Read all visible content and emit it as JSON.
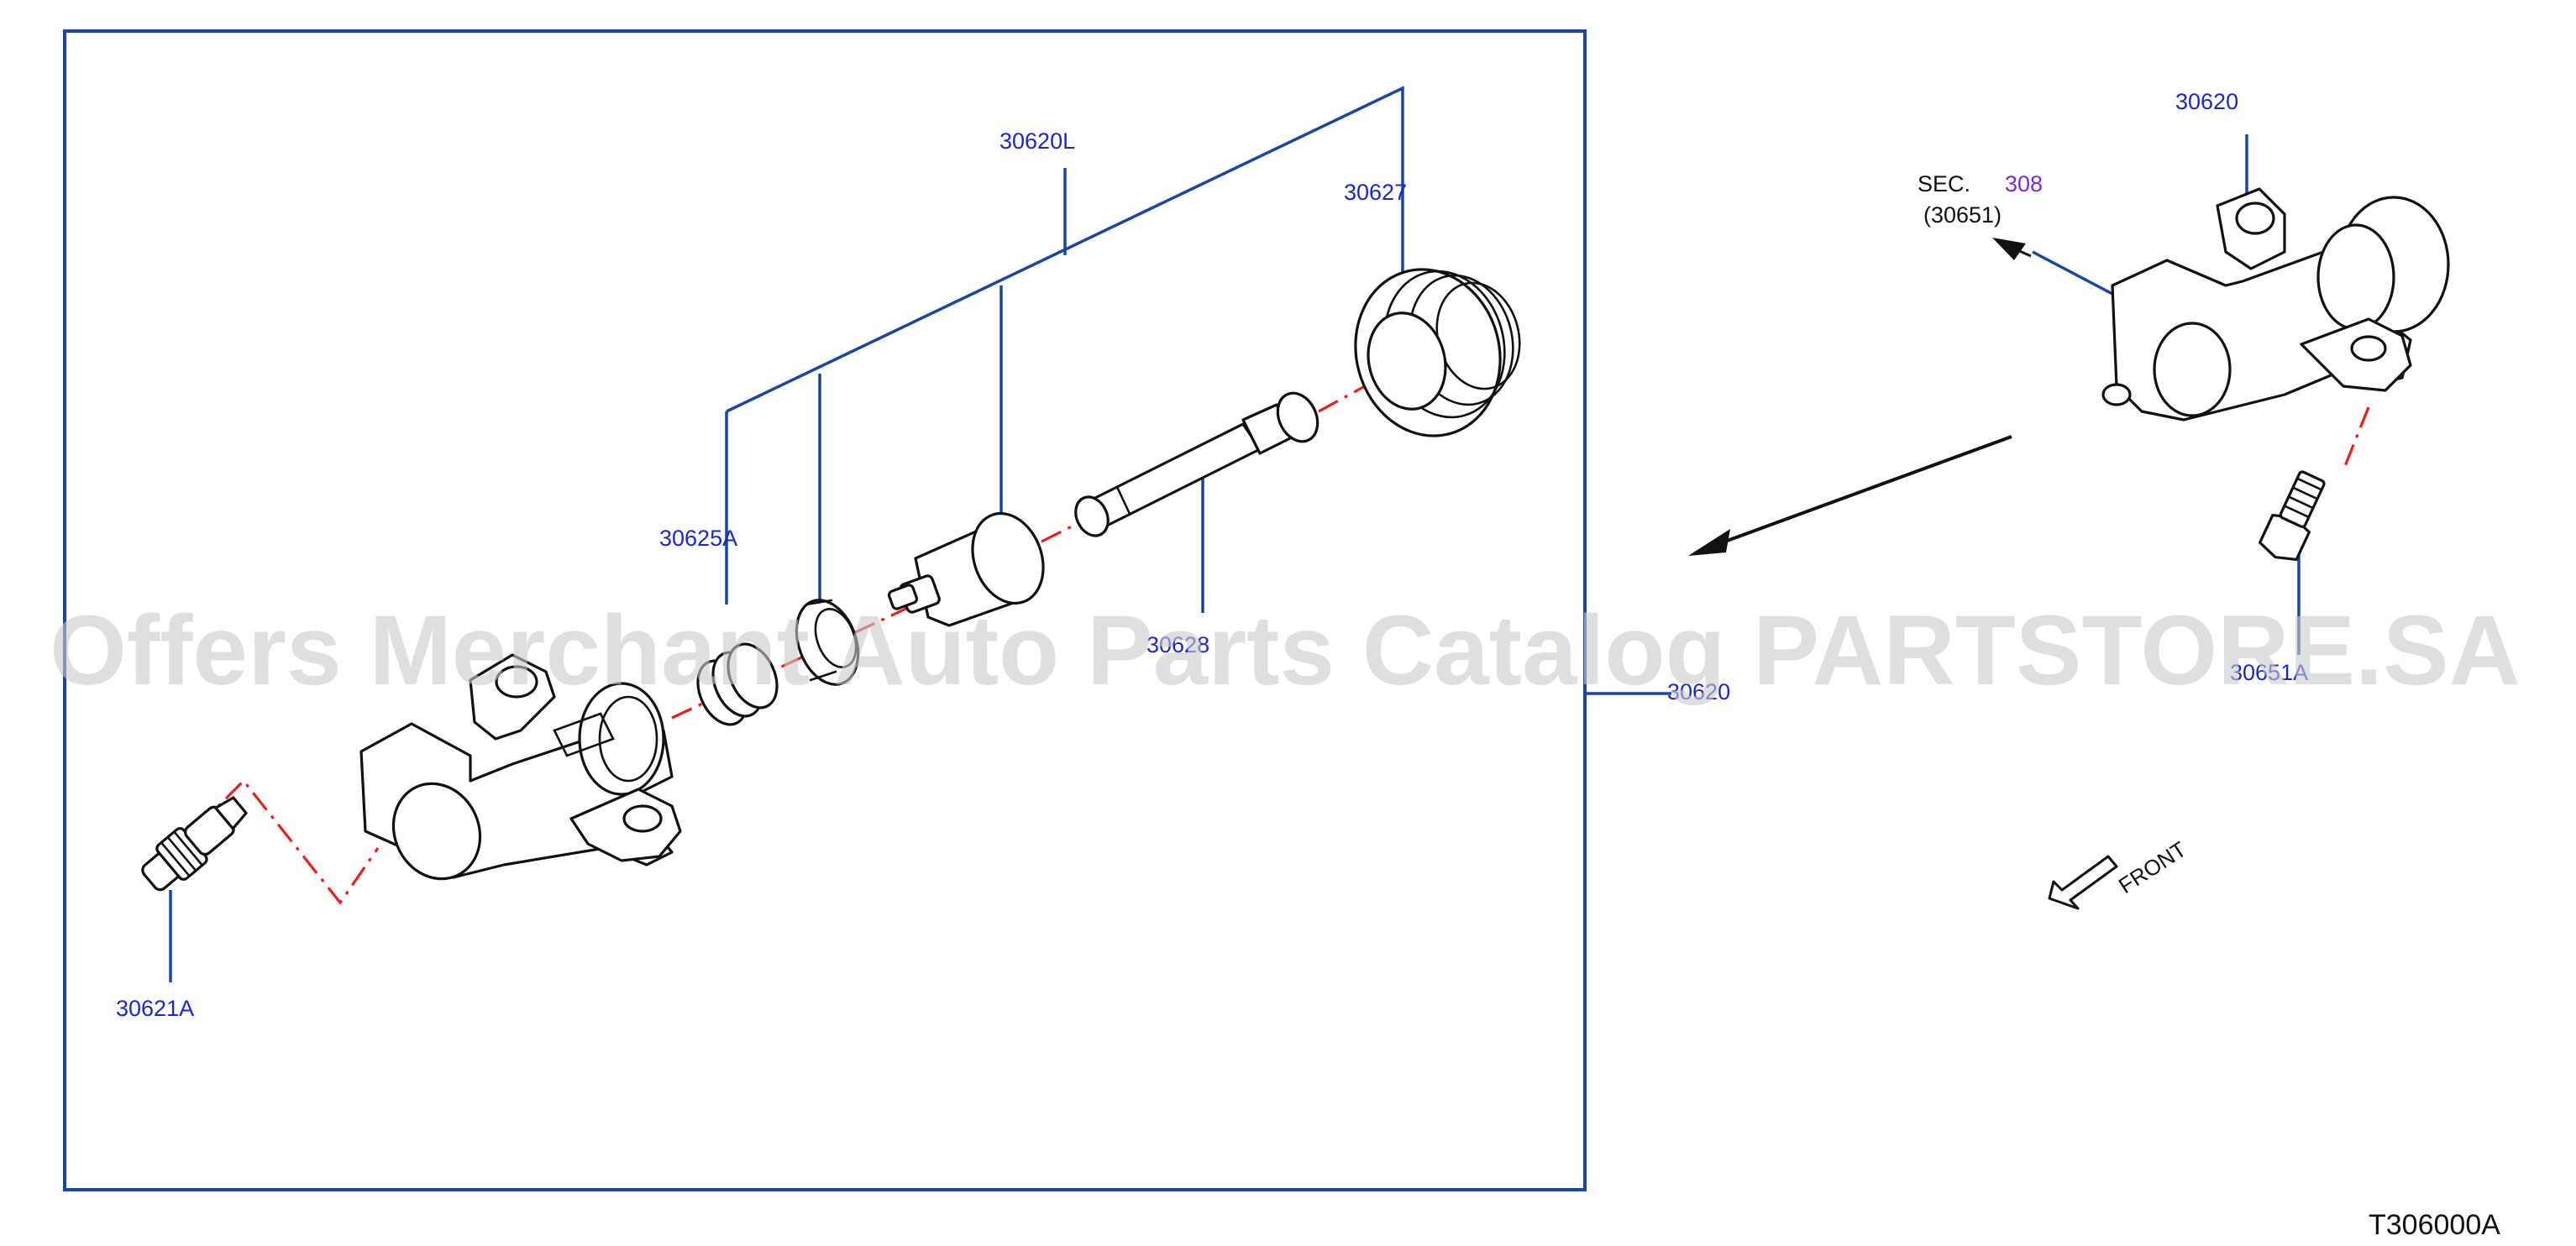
{
  "diagram_code": "T306000A",
  "watermark": "Offers Merchant Auto Parts Catalog PARTSTORE.SA",
  "front_label": "FRONT",
  "section_ref": {
    "prefix": "SEC.",
    "number": "308",
    "part": "(30651)"
  },
  "labels": {
    "kit": "30620L",
    "seal_kit": "30627",
    "spring": "30625A",
    "pushrod": "30628",
    "cylinder_right": "30620",
    "bleeder": "30621A",
    "cylinder_box": "30620",
    "bolt": "30651A"
  },
  "colors": {
    "leader": "#1b46a0",
    "label": "#1d27c9",
    "section_number": "#7a2bd6",
    "centerline": "#e8201e"
  }
}
